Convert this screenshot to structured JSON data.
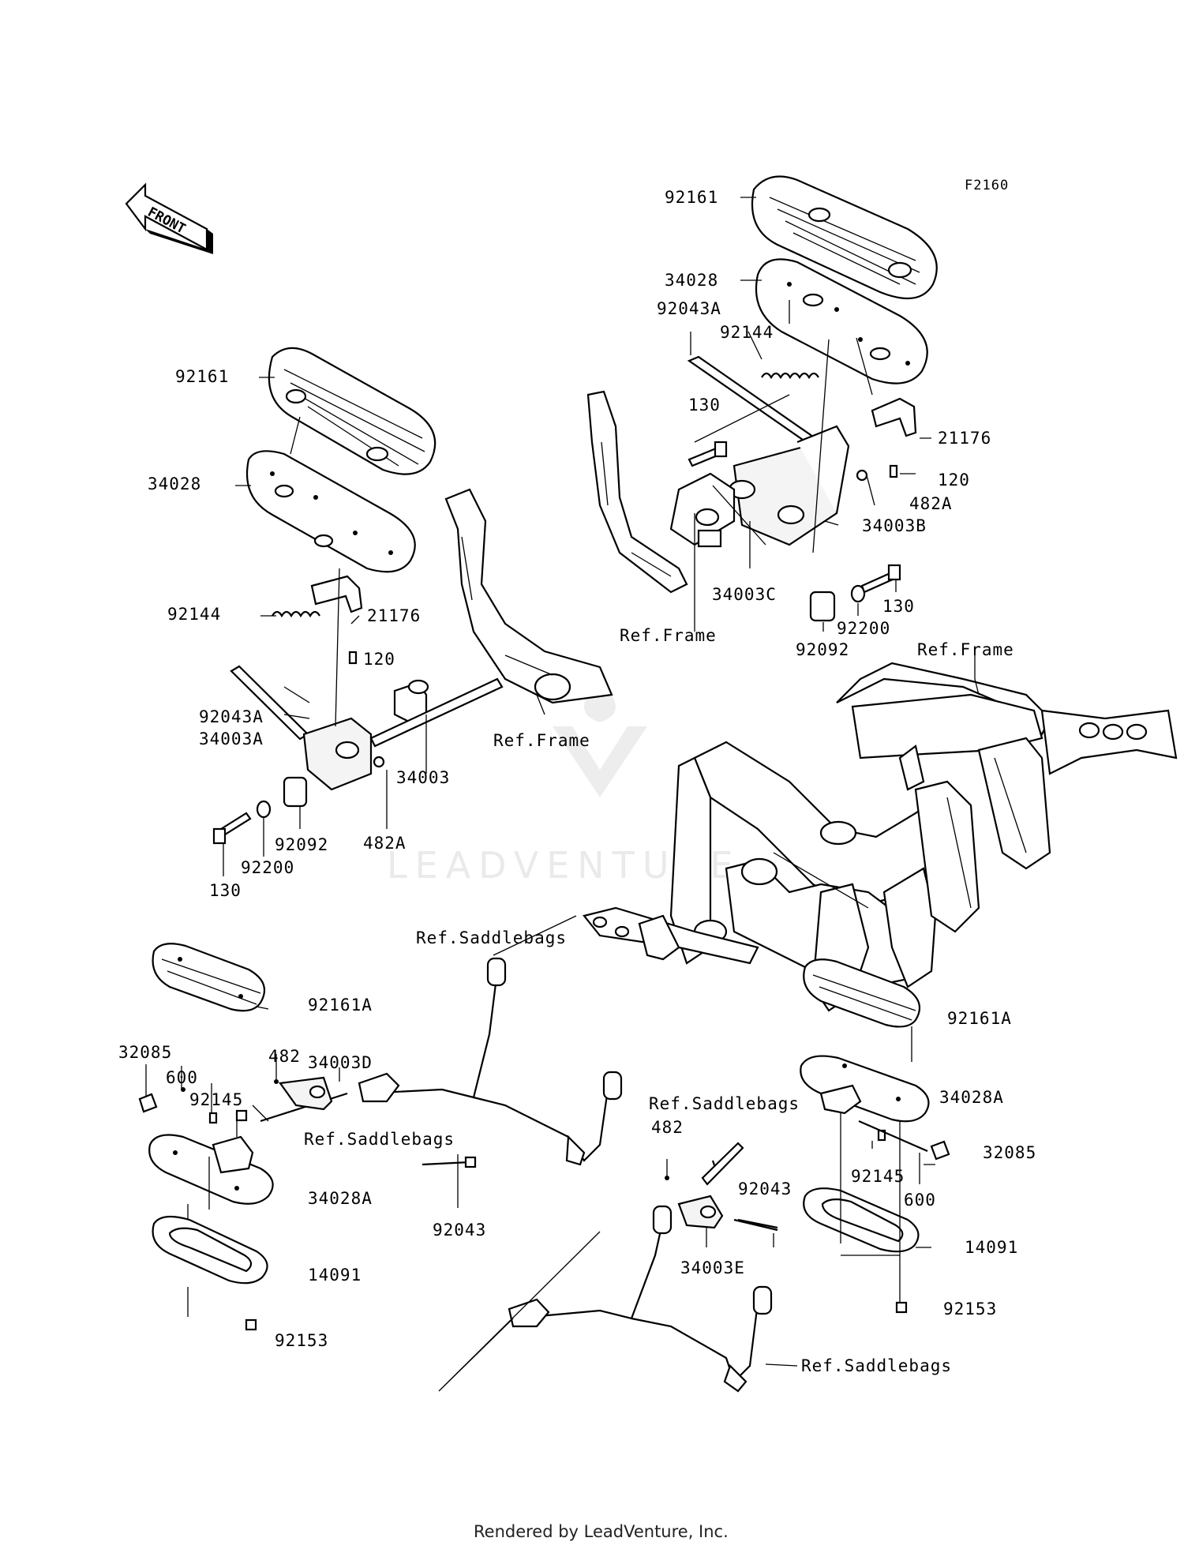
{
  "diagram_code": "F2160",
  "orientation_label": "FRONT",
  "watermark_text": "LEADVENTURE",
  "footer_text": "Rendered by LeadVenture, Inc.",
  "callouts": [
    {
      "id": "c1",
      "text": "92161"
    },
    {
      "id": "c2",
      "text": "34028"
    },
    {
      "id": "c3",
      "text": "92043A"
    },
    {
      "id": "c4",
      "text": "92144"
    },
    {
      "id": "c5",
      "text": "130"
    },
    {
      "id": "c6",
      "text": "21176"
    },
    {
      "id": "c7",
      "text": "120"
    },
    {
      "id": "c8",
      "text": "482A"
    },
    {
      "id": "c9",
      "text": "34003B"
    },
    {
      "id": "c10",
      "text": "34003C"
    },
    {
      "id": "c11",
      "text": "Ref.Frame"
    },
    {
      "id": "c12",
      "text": "130"
    },
    {
      "id": "c13",
      "text": "92200"
    },
    {
      "id": "c14",
      "text": "92092"
    },
    {
      "id": "c15",
      "text": "Ref.Frame"
    },
    {
      "id": "c16",
      "text": "92161"
    },
    {
      "id": "c17",
      "text": "34028"
    },
    {
      "id": "c18",
      "text": "92144"
    },
    {
      "id": "c19",
      "text": "21176"
    },
    {
      "id": "c20",
      "text": "120"
    },
    {
      "id": "c21",
      "text": "92043A"
    },
    {
      "id": "c22",
      "text": "34003A"
    },
    {
      "id": "c23",
      "text": "Ref.Frame"
    },
    {
      "id": "c24",
      "text": "34003"
    },
    {
      "id": "c25",
      "text": "92092"
    },
    {
      "id": "c26",
      "text": "482A"
    },
    {
      "id": "c27",
      "text": "92200"
    },
    {
      "id": "c28",
      "text": "130"
    },
    {
      "id": "c29",
      "text": "Ref.Saddlebags"
    },
    {
      "id": "c30",
      "text": "92161A"
    },
    {
      "id": "c31",
      "text": "32085"
    },
    {
      "id": "c32",
      "text": "482"
    },
    {
      "id": "c33",
      "text": "34003D"
    },
    {
      "id": "c34",
      "text": "600"
    },
    {
      "id": "c35",
      "text": "92145"
    },
    {
      "id": "c36",
      "text": "Ref.Saddlebags"
    },
    {
      "id": "c37",
      "text": "34028A"
    },
    {
      "id": "c38",
      "text": "92043"
    },
    {
      "id": "c39",
      "text": "14091"
    },
    {
      "id": "c40",
      "text": "92153"
    },
    {
      "id": "c41",
      "text": "92161A"
    },
    {
      "id": "c42",
      "text": "Ref.Saddlebags"
    },
    {
      "id": "c43",
      "text": "482"
    },
    {
      "id": "c44",
      "text": "34028A"
    },
    {
      "id": "c45",
      "text": "32085"
    },
    {
      "id": "c46",
      "text": "92043"
    },
    {
      "id": "c47",
      "text": "92145"
    },
    {
      "id": "c48",
      "text": "600"
    },
    {
      "id": "c49",
      "text": "34003E"
    },
    {
      "id": "c50",
      "text": "14091"
    },
    {
      "id": "c51",
      "text": "92153"
    },
    {
      "id": "c52",
      "text": "Ref.Saddlebags"
    }
  ]
}
